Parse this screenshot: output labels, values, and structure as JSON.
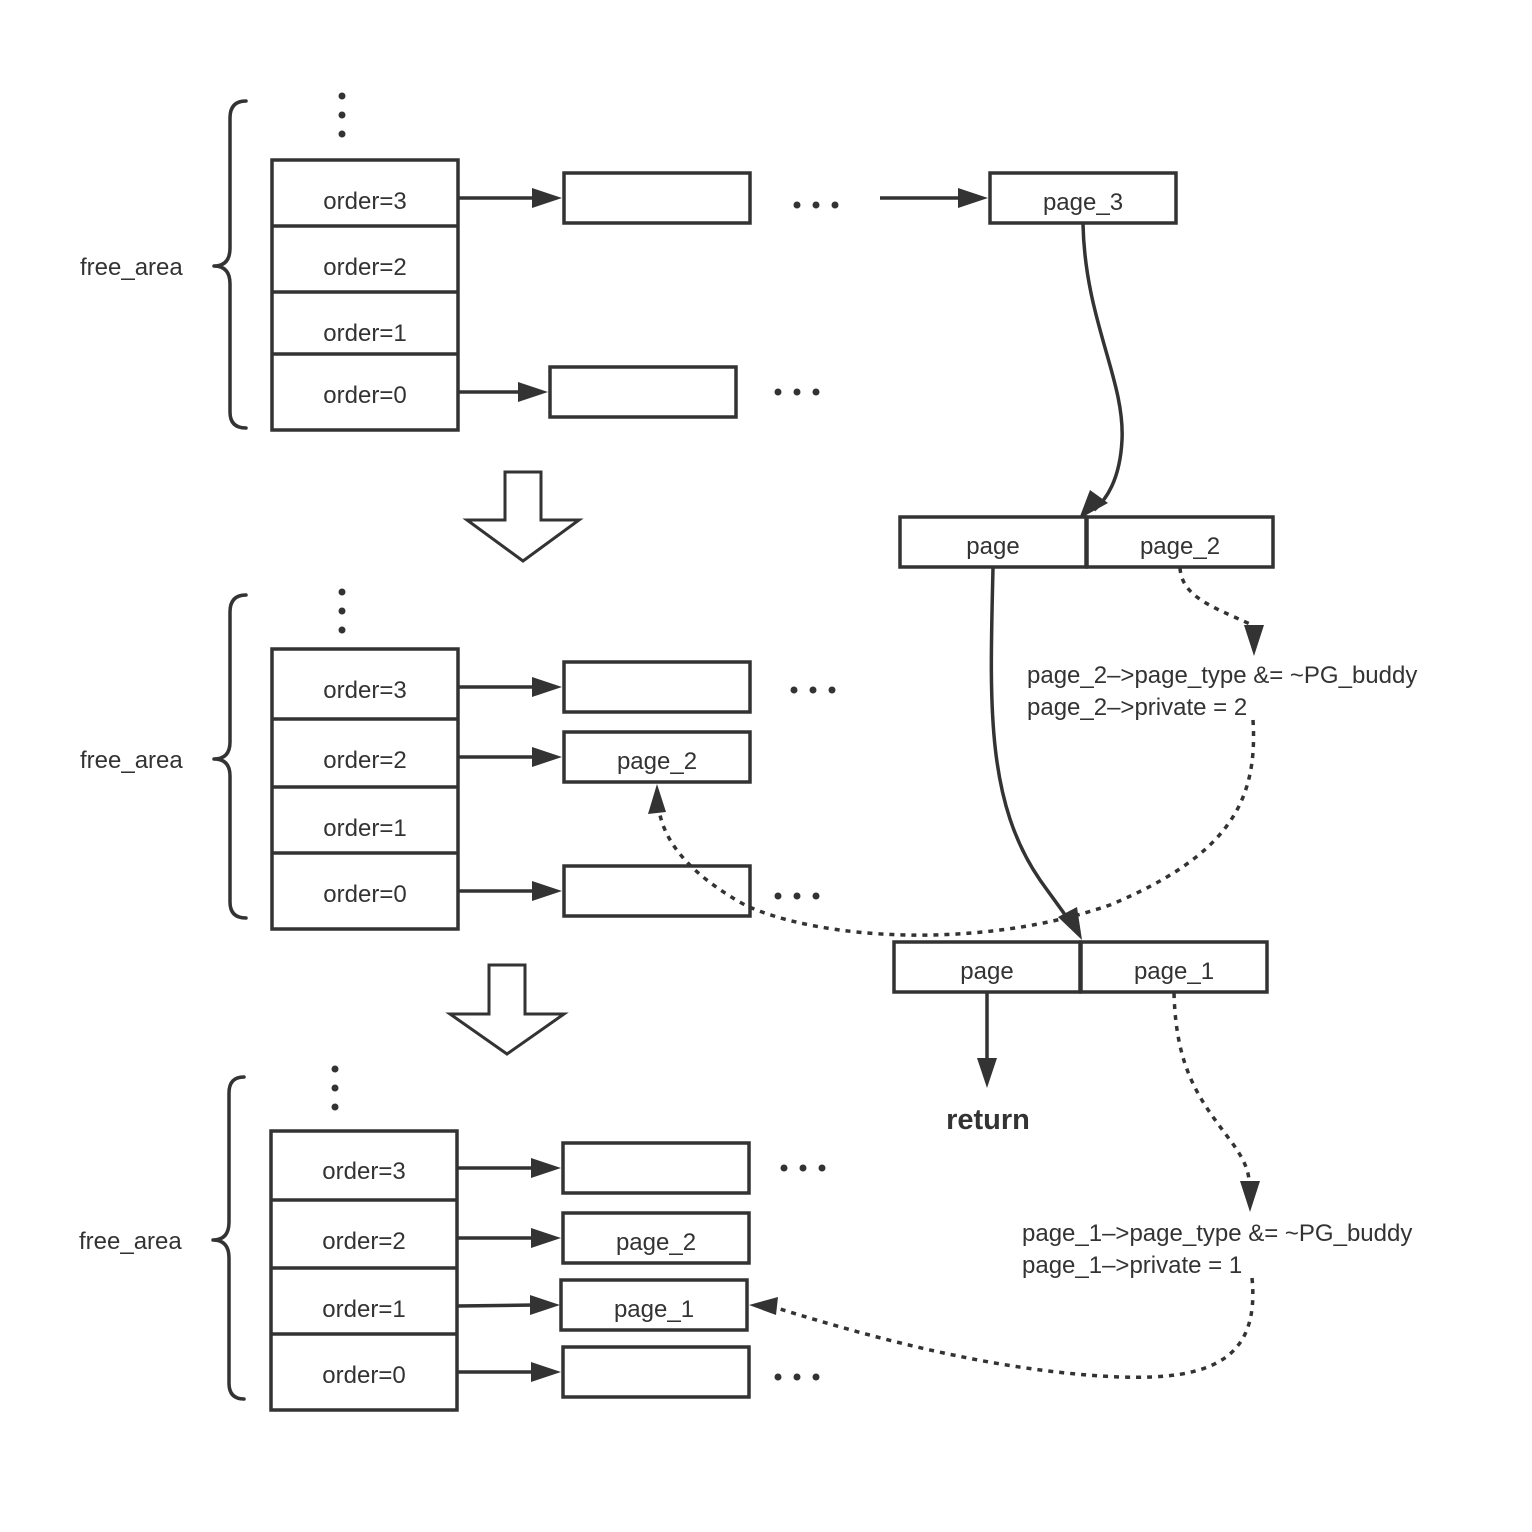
{
  "stages": [
    {
      "group_label": "free_area",
      "orders": [
        "order=3",
        "order=2",
        "order=1",
        "order=0"
      ],
      "lists": {
        "order3": "",
        "order2": "",
        "order1": "",
        "order0": ""
      },
      "order3_tail": "page_3"
    },
    {
      "group_label": "free_area",
      "orders": [
        "order=3",
        "order=2",
        "order=1",
        "order=0"
      ],
      "lists": {
        "order3": "",
        "order2": "page_2",
        "order1": "",
        "order0": ""
      }
    },
    {
      "group_label": "free_area",
      "orders": [
        "order=3",
        "order=2",
        "order=1",
        "order=0"
      ],
      "lists": {
        "order3": "",
        "order2": "page_2",
        "order1": "page_1",
        "order0": ""
      }
    }
  ],
  "split1": {
    "left": "page",
    "right": "page_2"
  },
  "split2": {
    "left": "page",
    "right": "page_1"
  },
  "note1": {
    "line1": "page_2–>page_type &=  ~PG_buddy",
    "line2": "page_2–>private = 2"
  },
  "note2": {
    "line1": "page_1–>page_type &=  ~PG_buddy",
    "line2": "page_1–>private = 1"
  },
  "return_label": "return"
}
